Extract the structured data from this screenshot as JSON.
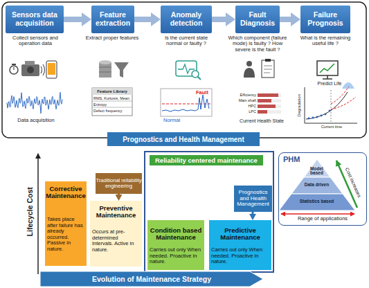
{
  "diagram": {
    "nodes": [
      {
        "text": [
          "Sensors data acquisition"
        ]
      },
      {
        "text": [
          "Feature extraction"
        ]
      },
      {
        "text": [
          "Anomaly detection"
        ]
      },
      {
        "text": [
          "Fault Diagnosis"
        ]
      },
      {
        "text": [
          "Failure Prognosis"
        ]
      },
      {
        "text": [
          "Prognostics and Health Management"
        ]
      },
      {
        "text": [
          "Corrective Maintenance",
          "Takes place after failure has already occurred. Passive in nature."
        ]
      },
      {
        "text": [
          "Traditional reliability engineering"
        ]
      },
      {
        "text": [
          "Preventive Maintenance",
          "Occurs at pre-determined Intervals. Active in nature."
        ]
      },
      {
        "text": [
          "Reliability centered maintenance"
        ]
      },
      {
        "text": [
          "Prognostics and Health Management"
        ],
        "in": 9
      },
      {
        "text": [
          "Condition based Maintenance",
          "Carries out only When needed. Proactive in nature."
        ],
        "in": 9
      },
      {
        "text": [
          "Predictive Maintenance",
          "Carries out only When needed. Proactive in nature."
        ],
        "in": 9
      },
      {
        "text": [
          "PHM"
        ]
      },
      {
        "text": [
          "Model based"
        ],
        "in": 13
      },
      {
        "text": [
          "Data driven"
        ],
        "in": 13
      },
      {
        "text": [
          "Statistics based"
        ],
        "in": 13
      },
      {
        "text": [
          "Evolution of Maintenance Strategy"
        ]
      }
    ],
    "edges": [
      {
        "from": 0,
        "to": 1,
        "arrow": "to"
      },
      {
        "from": 1,
        "to": 2,
        "arrow": "to"
      },
      {
        "from": 2,
        "to": 3,
        "arrow": "to"
      },
      {
        "from": 3,
        "to": 4,
        "arrow": "to"
      },
      {
        "from": 7,
        "to": 8,
        "arrow": "to"
      },
      {
        "from": 10,
        "to": 12,
        "arrow": "to"
      }
    ],
    "labels": [
      "Collect sensors and operation data",
      "Extract proper features",
      "Is the current state normal or faulty ?",
      "Which component (failure mode) is faulty ? How severe is the fault ?",
      "What is the remaining useful life ?",
      "Data acquisition",
      "Feature Library",
      "RMS, Kurtosis, Mean",
      "Entropy",
      "Defect frequency",
      "Fault",
      "Normal",
      "Efficiency",
      "Main shaft",
      "HPC",
      "LPC",
      "Current Health State",
      "Predict Life",
      "Degradation",
      "Current time",
      "Lifecycle Cost",
      "Cost increases",
      "Range of applications"
    ]
  }
}
